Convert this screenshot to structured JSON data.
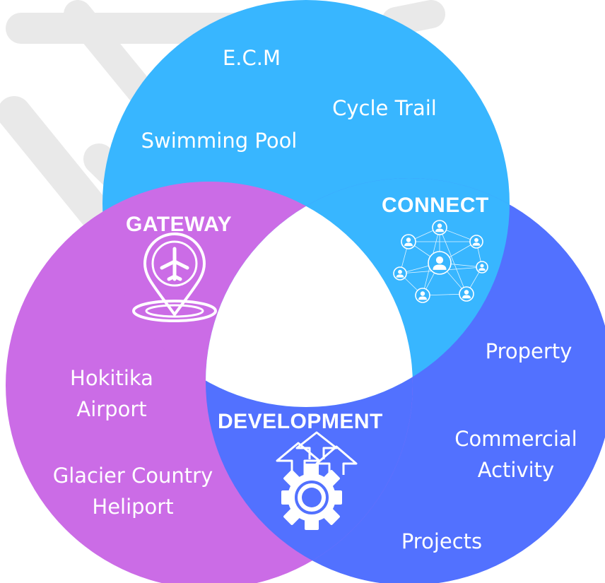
{
  "colors": {
    "connect": "#38b6ff",
    "gateway": "#cb6ce6",
    "development": "#5271ff",
    "center": "#ffffff",
    "watermark": "#e6e6e6"
  },
  "connect": {
    "title": "CONNECT",
    "icon": "network-people-icon",
    "items": [
      "E.C.M",
      "Cycle Trail",
      "Swimming Pool"
    ]
  },
  "gateway": {
    "title": "GATEWAY",
    "icon": "airplane-location-pin-icon",
    "items": [
      {
        "line1": "Hokitika",
        "line2": "Airport"
      },
      {
        "line1": "Glacier Country",
        "line2": "Heliport"
      }
    ]
  },
  "development": {
    "title": "DEVELOPMENT",
    "icon": "gear-growth-arrows-icon",
    "items": [
      {
        "line1": "Property"
      },
      {
        "line1": "Commercial",
        "line2": "Activity"
      },
      {
        "line1": "Projects"
      }
    ]
  }
}
